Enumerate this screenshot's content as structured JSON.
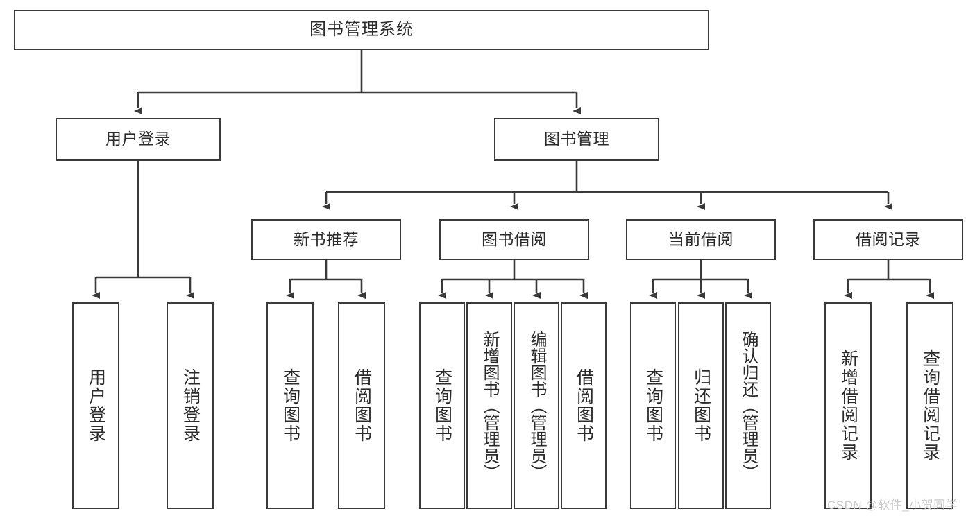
{
  "diagram": {
    "type": "tree-hierarchy",
    "title": "图书管理系统",
    "root": {
      "label": "图书管理系统"
    },
    "level2": [
      {
        "id": "user-login",
        "label": "用户登录"
      },
      {
        "id": "book-manage",
        "label": "图书管理"
      }
    ],
    "level3": [
      {
        "id": "new-book-recommend",
        "label": "新书推荐",
        "parent": "book-manage"
      },
      {
        "id": "book-borrow",
        "label": "图书借阅",
        "parent": "book-manage"
      },
      {
        "id": "current-borrow",
        "label": "当前借阅",
        "parent": "book-manage"
      },
      {
        "id": "borrow-record",
        "label": "借阅记录",
        "parent": "book-manage"
      }
    ],
    "leaves": [
      {
        "id": "leaf-user-login",
        "label": "用户登录",
        "parent": "user-login"
      },
      {
        "id": "leaf-user-logout",
        "label": "注销登录",
        "parent": "user-login"
      },
      {
        "id": "leaf-query-book-1",
        "label": "查询图书",
        "parent": "new-book-recommend"
      },
      {
        "id": "leaf-borrow-book-1",
        "label": "借阅图书",
        "parent": "new-book-recommend"
      },
      {
        "id": "leaf-query-book-2",
        "label": "查询图书",
        "parent": "book-borrow"
      },
      {
        "id": "leaf-add-book",
        "label": "新增图书（管理员）",
        "parent": "book-borrow"
      },
      {
        "id": "leaf-edit-book",
        "label": "编辑图书（管理员）",
        "parent": "book-borrow"
      },
      {
        "id": "leaf-borrow-book-2",
        "label": "借阅图书",
        "parent": "book-borrow"
      },
      {
        "id": "leaf-query-book-3",
        "label": "查询图书",
        "parent": "current-borrow"
      },
      {
        "id": "leaf-return-book",
        "label": "归还图书",
        "parent": "current-borrow"
      },
      {
        "id": "leaf-confirm-return",
        "label": "确认归还（管理员）",
        "parent": "current-borrow"
      },
      {
        "id": "leaf-add-record",
        "label": "新增借阅记录",
        "parent": "borrow-record"
      },
      {
        "id": "leaf-query-record",
        "label": "查询借阅记录",
        "parent": "borrow-record"
      }
    ],
    "colors": {
      "box_border": "#3a3a3a",
      "box_fill": "#ffffff",
      "connector": "#3a3a3a",
      "text": "#2b2b2b",
      "watermark": "#c9c9c9",
      "background": "#ffffff"
    }
  },
  "watermark": {
    "text": "CSDN @软件_小贺同学"
  }
}
